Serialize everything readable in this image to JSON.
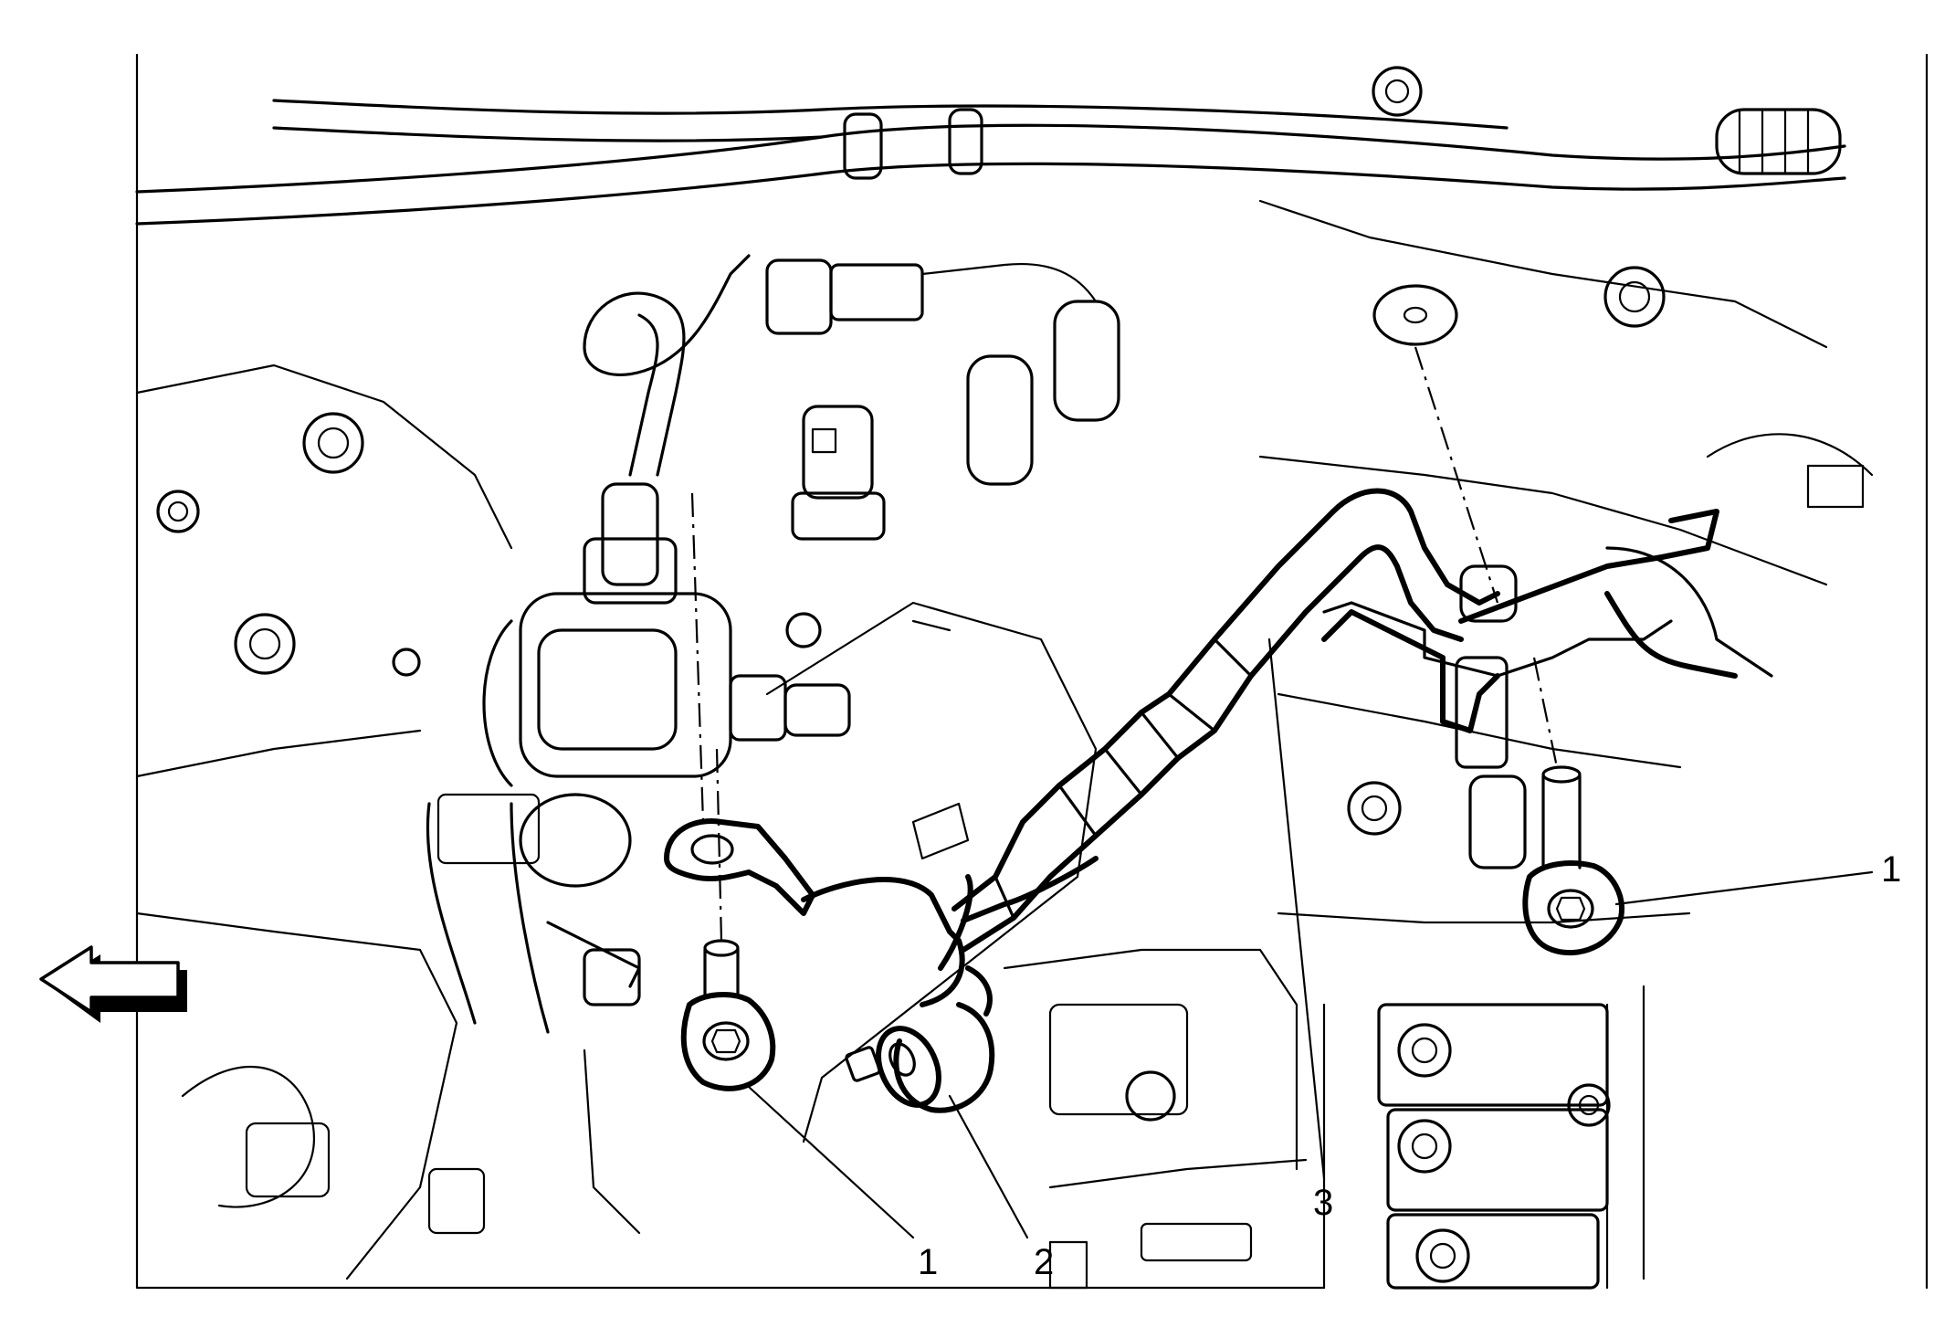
{
  "callouts": [
    {
      "id": "bolt-right",
      "label": "1"
    },
    {
      "id": "bolt-left",
      "label": "1"
    },
    {
      "id": "fuel-pipe-fitting",
      "label": "2"
    },
    {
      "id": "fuel-feed-pipe",
      "label": "3"
    }
  ],
  "direction_arrow": {
    "icon": "arrow-left-icon"
  }
}
